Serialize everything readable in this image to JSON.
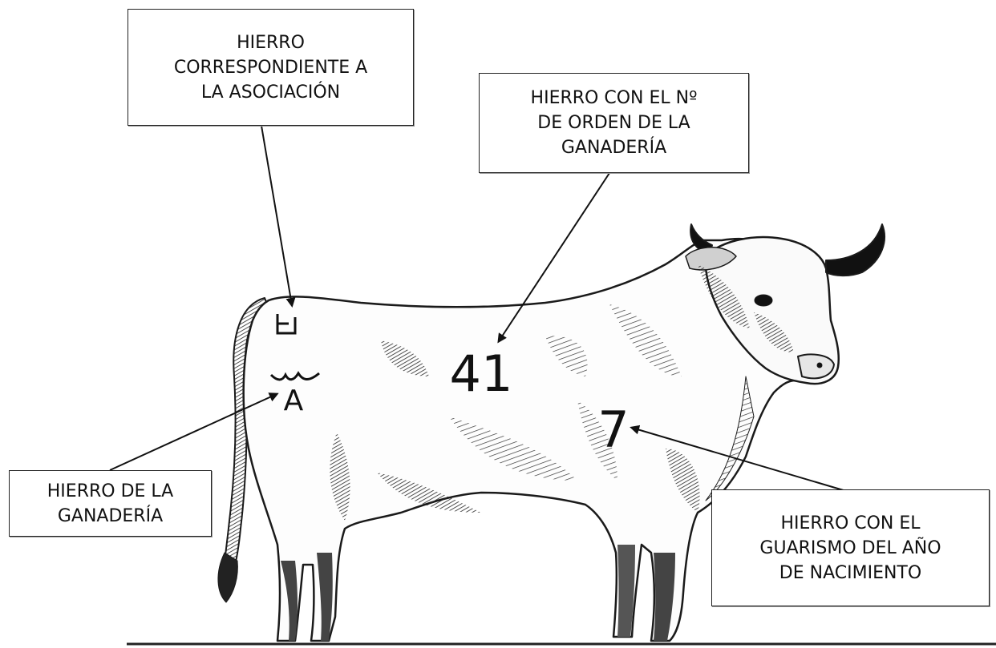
{
  "labels": {
    "asociacion": "HIERRO\nCORRESPONDIENTE A\nLA ASOCIACIÓN",
    "orden": "HIERRO CON EL Nº\nDE ORDEN DE LA\nGANADERÍA",
    "ganaderia": "HIERRO DE LA\nGANADERÍA",
    "nacimiento": "HIERRO CON EL\nGUARISMO DEL AÑO\nDE NACIMIENTO"
  },
  "brands": {
    "asociacion_mark": "ㅂ",
    "ganaderia_mark": "A",
    "orden_number": "41",
    "year_digit": "7"
  }
}
